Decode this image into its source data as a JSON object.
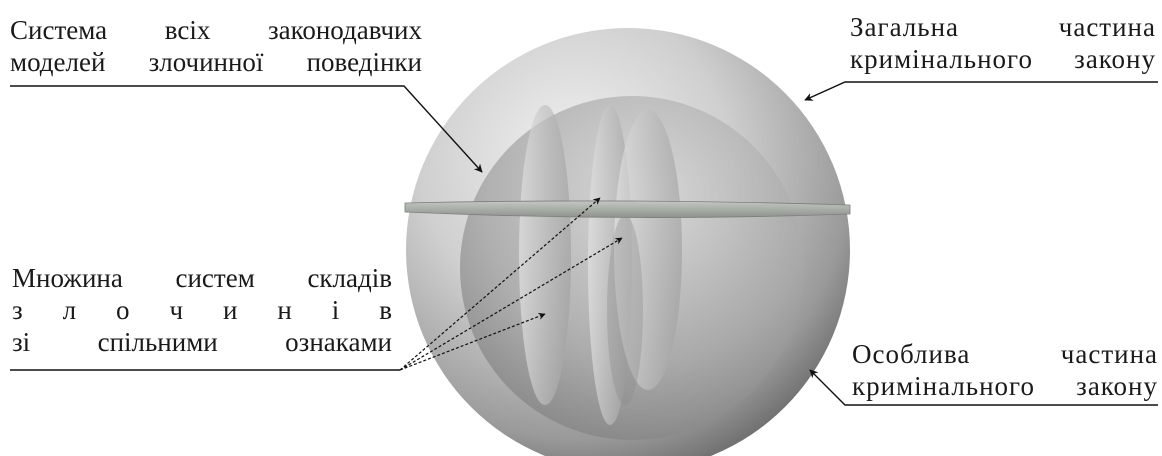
{
  "labels": {
    "top_left": [
      "Система всіх законодавчих",
      "моделей злочинної поведінки"
    ],
    "top_right": [
      "Загальна частина",
      "кримінального закону"
    ],
    "middle_left": [
      "Множина систем складів",
      "з л о ч и н і в",
      "зі спільними ознаками"
    ],
    "bottom_right": [
      "Особлива частина",
      "кримінального закону"
    ]
  },
  "colors": {
    "sphere_light": "#ededed",
    "sphere_dark": "#5f5f5f",
    "band": "#a9ada7",
    "arrow": "#111111",
    "text": "#1a1a1a"
  }
}
